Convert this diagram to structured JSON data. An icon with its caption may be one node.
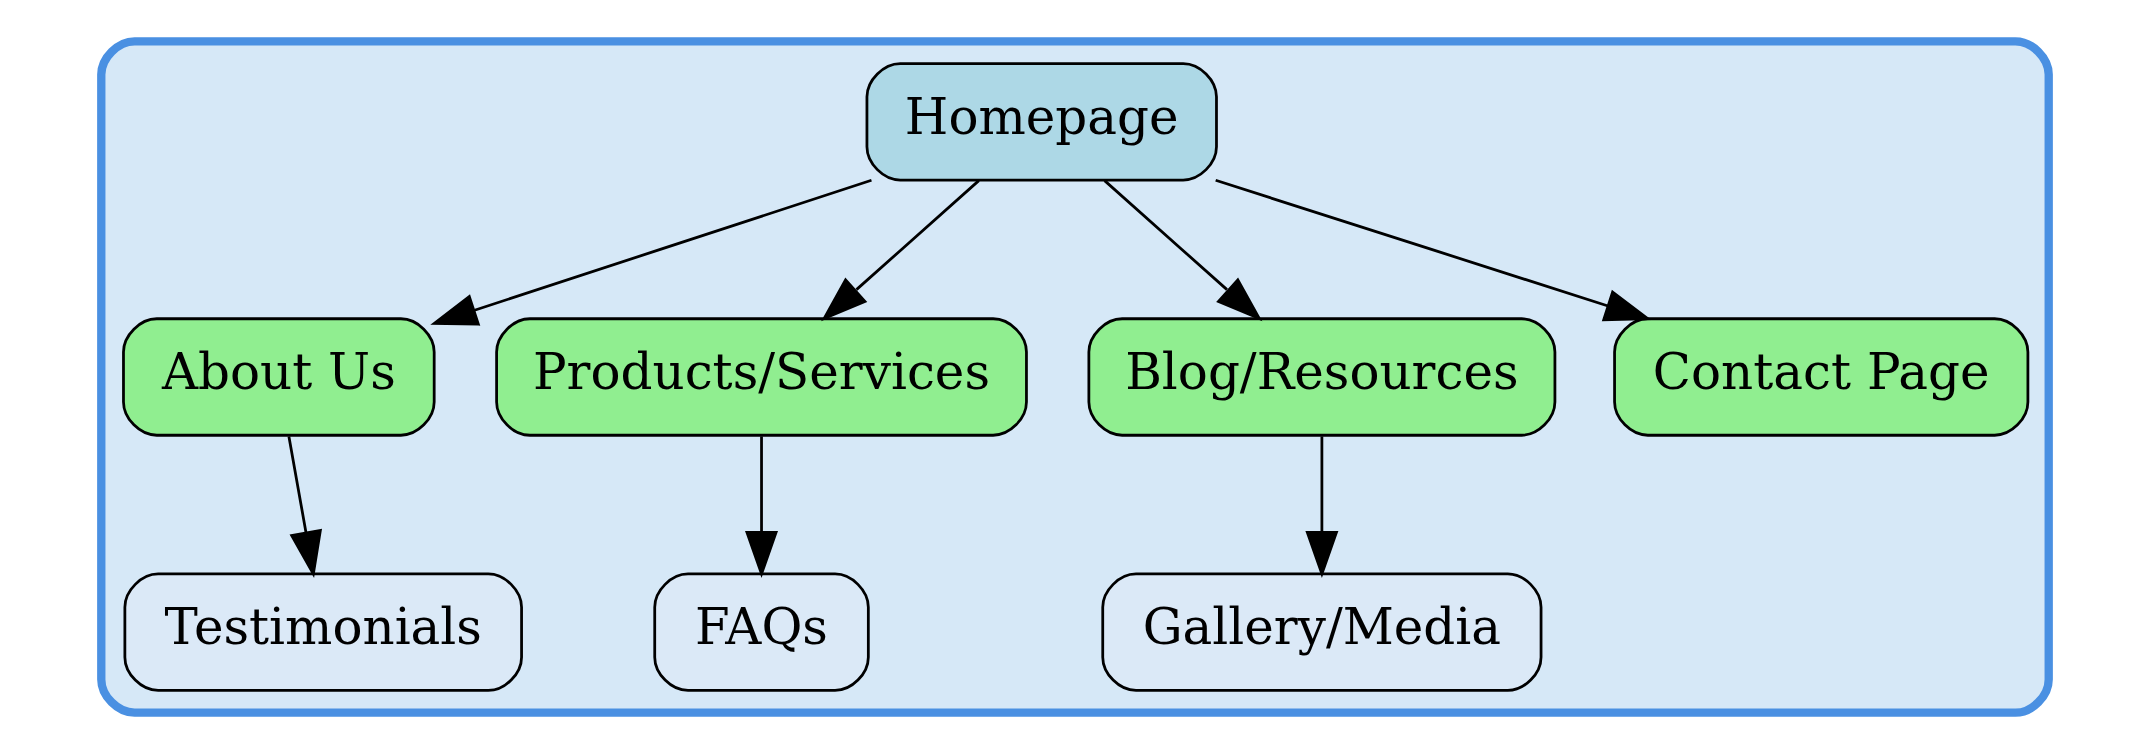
{
  "diagram": {
    "nodes": [
      {
        "text": [],
        "shape": "box"
      },
      {
        "text": [
          "Homepage"
        ],
        "in": 0
      },
      {
        "text": [
          "About Us"
        ],
        "in": 0
      },
      {
        "text": [
          "Products/Services"
        ],
        "in": 0
      },
      {
        "text": [
          "Blog/Resources"
        ],
        "in": 0
      },
      {
        "text": [
          "Contact Page"
        ],
        "in": 0
      },
      {
        "text": [
          "Testimonials"
        ],
        "in": 0
      },
      {
        "text": [
          "FAQs"
        ],
        "in": 0
      },
      {
        "text": [
          "Gallery/Media"
        ],
        "in": 0
      }
    ],
    "edges": [
      {
        "from": 1,
        "to": 2,
        "arrow": "to"
      },
      {
        "from": 1,
        "to": 3,
        "arrow": "to"
      },
      {
        "from": 1,
        "to": 4,
        "arrow": "to"
      },
      {
        "from": 1,
        "to": 5,
        "arrow": "to"
      },
      {
        "from": 2,
        "to": 6,
        "arrow": "to"
      },
      {
        "from": 3,
        "to": 7,
        "arrow": "to"
      },
      {
        "from": 4,
        "to": 8,
        "arrow": "to"
      }
    ]
  }
}
